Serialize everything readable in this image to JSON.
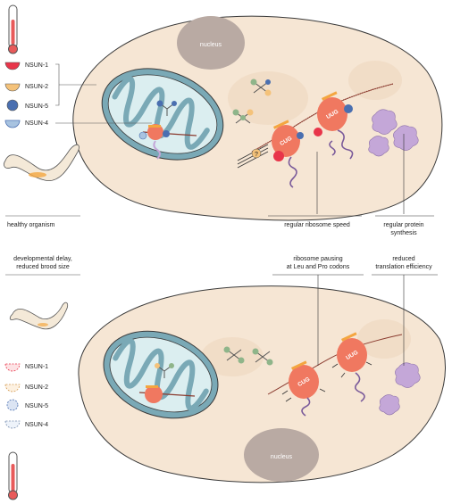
{
  "top_panel": {
    "nucleus_label": "nucleus",
    "legend": [
      {
        "label": "NSUN-1",
        "color": "#e8354a"
      },
      {
        "label": "NSUN-2",
        "color": "#f4c27a"
      },
      {
        "label": "NSUN-5",
        "color": "#4a6fb0"
      },
      {
        "label": "NSUN-4",
        "color": "#a8c3e0"
      }
    ],
    "organism_label": "healthy organism",
    "codon_1": "CUG",
    "codon_2": "UUG",
    "question_mark": "?",
    "callout_ribosome": "regular ribosome speed",
    "callout_protein_line1": "regular protein",
    "callout_protein_line2": "synthesis"
  },
  "bottom_panel": {
    "nucleus_label": "nucleus",
    "phenotype_line1": "developmental delay,",
    "phenotype_line2": "reduced brood size",
    "legend": [
      {
        "label": "NSUN-1",
        "style": "dashed"
      },
      {
        "label": "NSUN-2",
        "style": "dashed"
      },
      {
        "label": "NSUN-5",
        "style": "dashed"
      },
      {
        "label": "NSUN-4",
        "style": "dashed"
      }
    ],
    "codon_1": "CUG",
    "codon_2": "UUG",
    "callout_ribosome_line1": "ribosome pausing",
    "callout_ribosome_line2": "at Leu and Pro codons",
    "callout_translation_line1": "reduced",
    "callout_translation_line2": "translation efficiency"
  },
  "colors": {
    "cell_fill": "#f6e6d4",
    "cell_stroke": "#3a3a3a",
    "nucleus": "#b9aaa3",
    "mito_outer": "#7aa9b6",
    "mito_inner": "#dbeef0",
    "ribosome": "#f07860",
    "mrna": "#8a3a2e",
    "protein": "#c4a7d8",
    "highlight": "#f4a640"
  }
}
